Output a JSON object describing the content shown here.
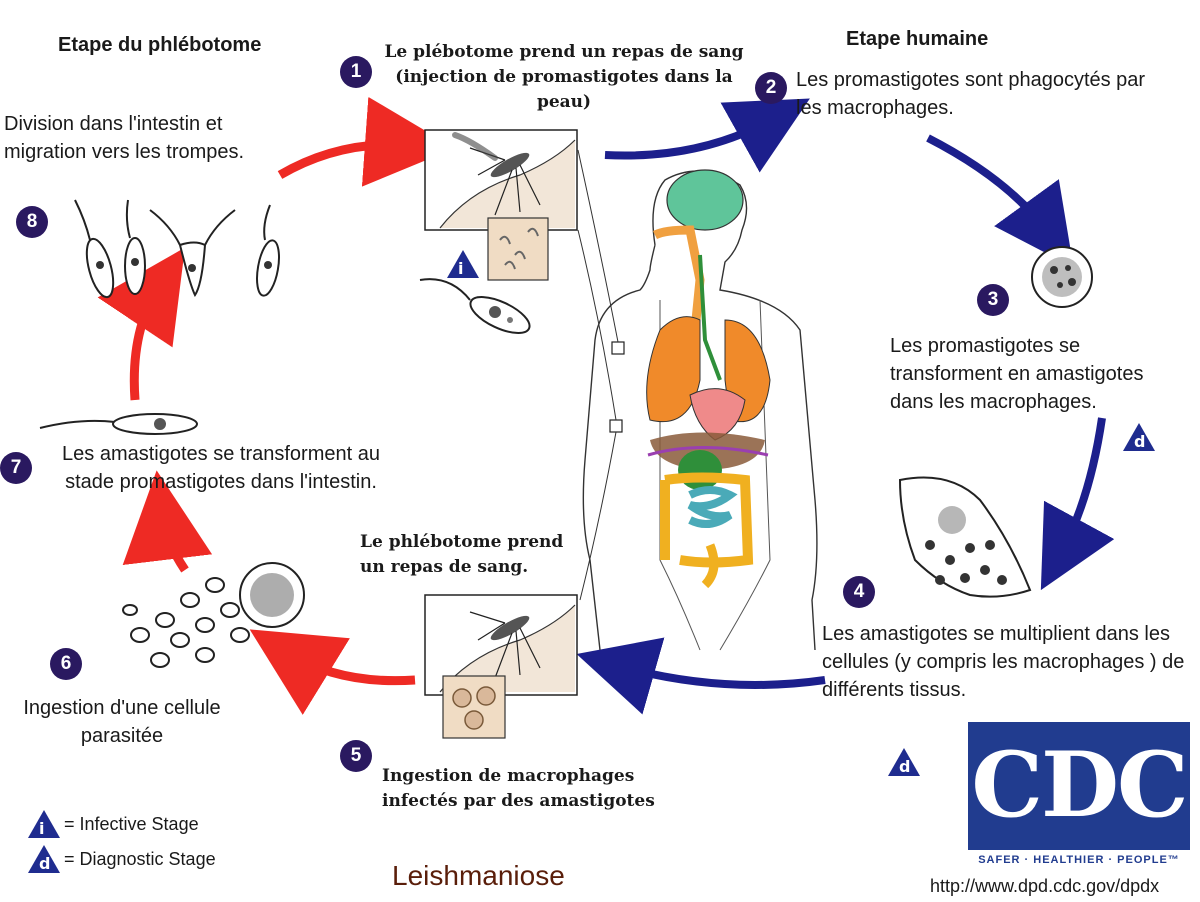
{
  "headings": {
    "sandfly_stage": "Etape du phlébotome",
    "human_stage": "Etape humaine"
  },
  "steps": [
    {
      "number": "1",
      "text": "Le plébotome prend un repas de sang (injection de promastigotes dans la peau)"
    },
    {
      "number": "2",
      "text": "Les promastigotes sont phagocytés par les macrophages."
    },
    {
      "number": "3",
      "text": "Les promastigotes se transforment en amastigotes dans les macrophages."
    },
    {
      "number": "4",
      "text": "Les amastigotes se multiplient dans les cellules (y compris les macrophages ) de différents tissus."
    },
    {
      "number": "5",
      "text": "Ingestion de macrophages infectés par des amastigotes"
    },
    {
      "number": "6",
      "text": "Ingestion d'une cellule parasitée"
    },
    {
      "number": "7",
      "text": "Les amastigotes se transforment au stade promastigotes dans l'intestin."
    },
    {
      "number": "8",
      "text": "Division dans l'intestin et migration vers les trompes."
    }
  ],
  "blood_meal_2": "Le phlébotome prend un repas de sang.",
  "legend": {
    "infective_symbol": "i",
    "infective_label": "= Infective Stage",
    "diagnostic_symbol": "d",
    "diagnostic_label": "= Diagnostic Stage"
  },
  "title": "Leishmaniose",
  "logo": {
    "name": "CDC",
    "tagline": "SAFER · HEALTHIER · PEOPLE™"
  },
  "url": "http://www.dpd.cdc.gov/dpdx",
  "colors": {
    "sandfly_arrow": "#ee2a24",
    "human_arrow": "#1c1f8c",
    "badge": "#2a1960",
    "cdc_blue": "#213c8f"
  }
}
